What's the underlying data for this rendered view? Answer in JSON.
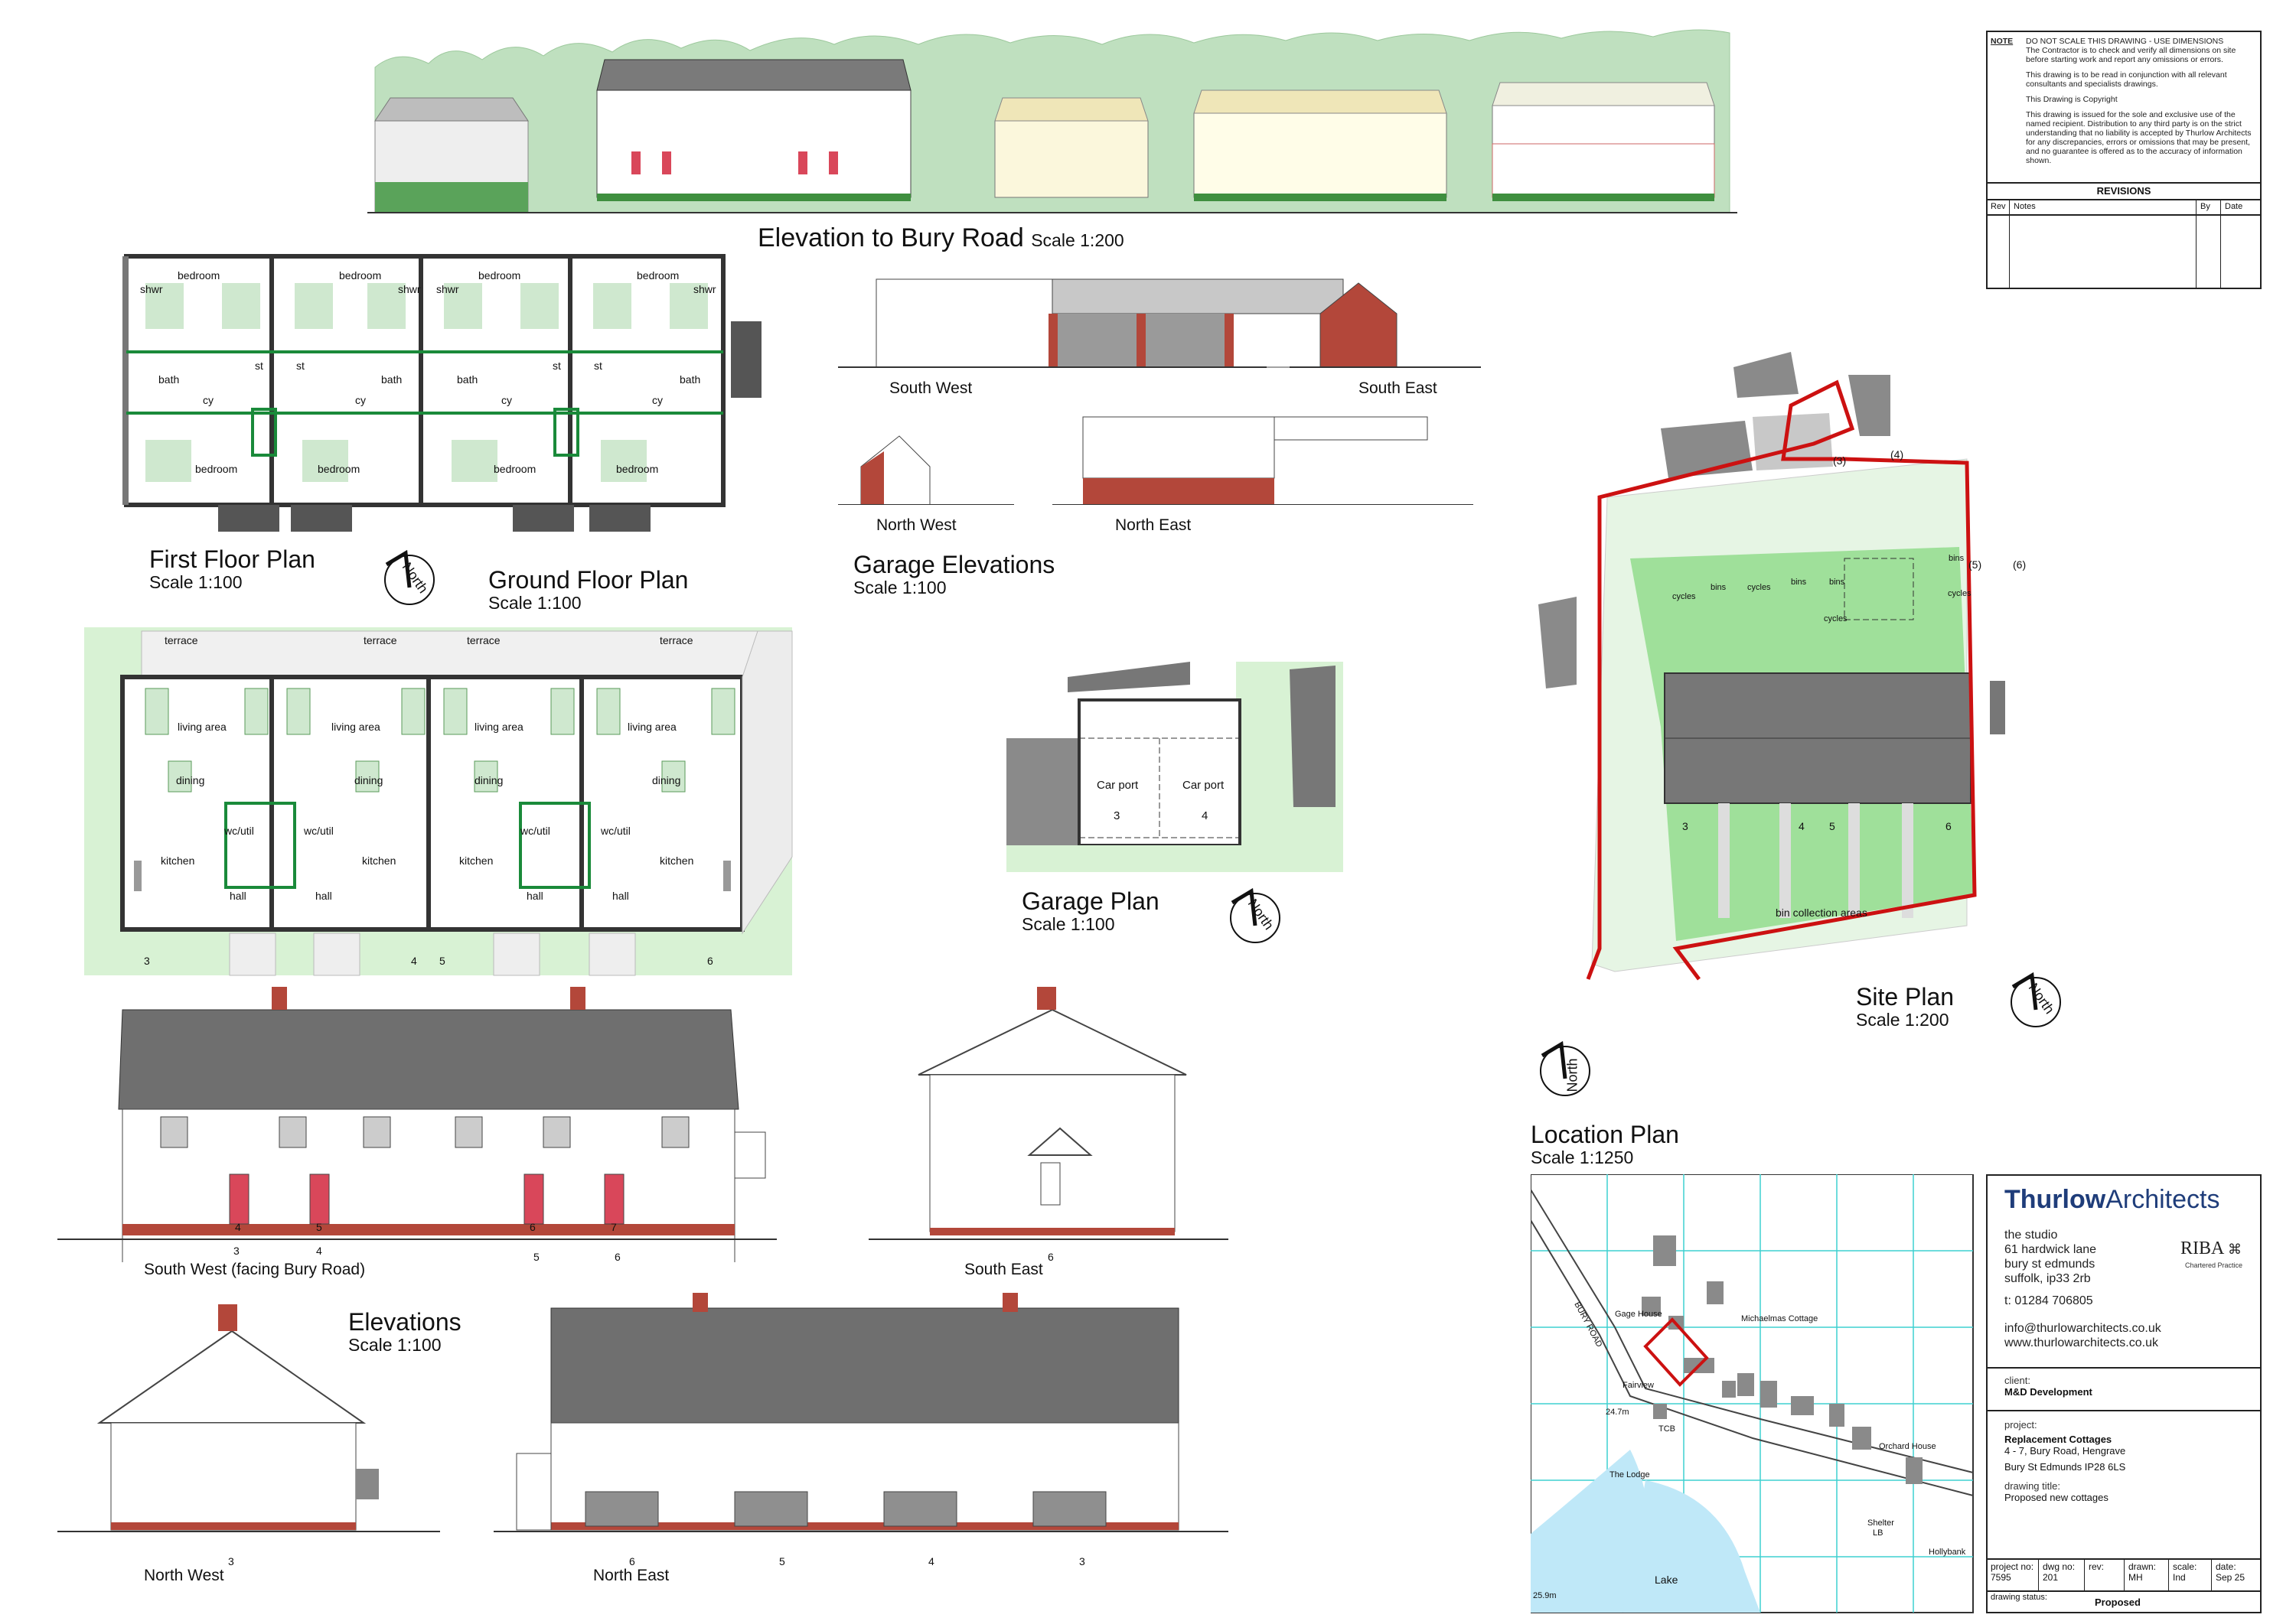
{
  "street_elevation": {
    "title": "Elevation to Bury Road",
    "scale": "Scale 1:200"
  },
  "first_floor": {
    "title": "First Floor Plan",
    "scale": "Scale 1:100",
    "rooms": {
      "bedroom": "bedroom",
      "shwr": "shwr",
      "st": "st",
      "bath": "bath",
      "cy": "cy"
    }
  },
  "ground_floor": {
    "title": "Ground Floor Plan",
    "scale": "Scale 1:100",
    "rooms": {
      "terrace": "terrace",
      "living": "living area",
      "dining": "dining",
      "wc": "wc/util",
      "kitchen": "kitchen",
      "hall": "hall"
    },
    "plot_numbers": [
      "3",
      "4",
      "5",
      "6"
    ]
  },
  "garage_elevations": {
    "title": "Garage Elevations",
    "scale": "Scale 1:100",
    "views": [
      "South West",
      "South East",
      "North West",
      "North East"
    ]
  },
  "garage_plan": {
    "title": "Garage Plan",
    "scale": "Scale 1:100",
    "car_port": "Car port",
    "bays": [
      "3",
      "4"
    ]
  },
  "north_label": "North",
  "site_plan": {
    "title": "Site Plan",
    "scale": "Scale 1:200",
    "labels": {
      "cycles": "cycles",
      "bins": "bins",
      "bin_collection": "bin collection areas",
      "g3": "(3)",
      "g4": "(4)",
      "g5": "(5)",
      "g6": "(6)"
    },
    "plots": [
      "3",
      "4",
      "5",
      "6"
    ]
  },
  "elevations": {
    "title": "Elevations",
    "scale": "Scale 1:100",
    "south_west": "South West (facing Bury Road)",
    "south_east": "South East",
    "north_west": "North West",
    "north_east": "North East",
    "sw_numbers": [
      "3",
      "4",
      "5",
      "6"
    ],
    "door_numbers": [
      "4",
      "5",
      "6",
      "7"
    ],
    "se_number": "6",
    "nw_number": "3",
    "ne_numbers": [
      "6",
      "5",
      "4",
      "3"
    ]
  },
  "location_plan": {
    "title": "Location Plan",
    "scale": "Scale 1:1250",
    "labels": {
      "gage_house": "Gage House",
      "michaelmas": "Michaelmas Cottage",
      "bury_road": "BURY ROAD",
      "fairview": "Fairview",
      "level1": "24.7m",
      "tcb": "TCB",
      "lodge": "The Lodge",
      "orchard": "Orchard House",
      "shelter": "Shelter",
      "lb": "LB",
      "hollybank": "Hollybank",
      "lake": "Lake",
      "level2": "25.9m"
    }
  },
  "notes": {
    "heading": "NOTE",
    "lines": [
      "DO NOT SCALE THIS DRAWING - USE DIMENSIONS",
      "The Contractor is to check and verify all dimensions on site before starting work and report any omissions or errors.",
      "This drawing is to be read in conjunction with all relevant consultants and specialists drawings.",
      "This Drawing is Copyright",
      "This drawing is issued for the sole and exclusive use of the named recipient. Distribution to any third party is on the strict understanding that no liability is accepted by Thurlow Architects for any discrepancies, errors or omissions that may be present, and no guarantee is offered as to the accuracy of information shown."
    ]
  },
  "revisions": {
    "title": "REVISIONS",
    "cols": [
      "Rev",
      "Notes",
      "By",
      "Date"
    ]
  },
  "firm": {
    "name_a": "Thurlow",
    "name_b": "Architects",
    "address": [
      "the studio",
      "61 hardwick lane",
      "bury st edmunds",
      "suffolk, ip33 2rb"
    ],
    "tel": "t: 01284 706805",
    "email": "info@thurlowarchitects.co.uk",
    "web": "www.thurlowarchitects.co.uk",
    "riba": "RIBA",
    "riba_sub": "Chartered Practice"
  },
  "client": {
    "label": "client:",
    "value": "M&D Development"
  },
  "project": {
    "label": "project:",
    "name": "Replacement Cottages",
    "line2": "4 - 7, Bury Road, Hengrave",
    "line3": "Bury St Edmunds IP28 6LS"
  },
  "drawing_title": {
    "label": "drawing title:",
    "value": "Proposed new cottages"
  },
  "meta": {
    "project_no_label": "project no:",
    "project_no": "7595",
    "dwg_no_label": "dwg no:",
    "dwg_no": "201",
    "rev_label": "rev:",
    "rev": "",
    "drawn_label": "drawn:",
    "drawn": "MH",
    "scale_label": "scale:",
    "scale": "Ind",
    "date_label": "date:",
    "date": "Sep 25",
    "status_label": "drawing status:",
    "status": "Proposed"
  },
  "colors": {
    "roof": "#6f6f6f",
    "brick": "#b3473a",
    "door": "#d9475a",
    "greenery": "#a8d8a8",
    "site_green": "#cdeec9",
    "boundary": "#cc1111",
    "water": "#bfe8f8",
    "firm_blue": "#1f3d7a"
  }
}
